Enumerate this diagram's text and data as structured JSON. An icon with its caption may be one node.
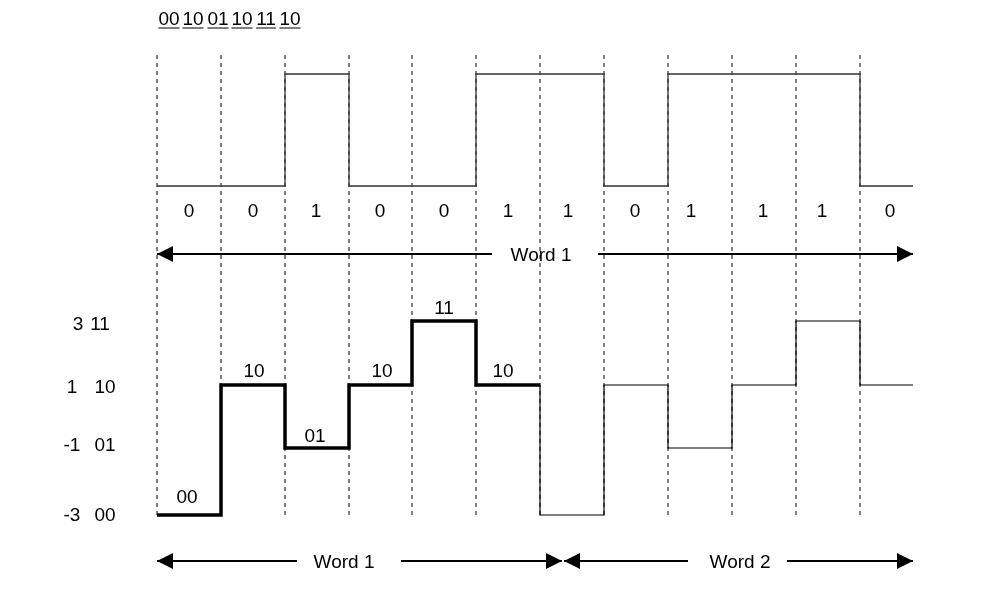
{
  "diagram": {
    "labels": [
      "00",
      "10",
      "01",
      "10",
      "11",
      "10",
      "0",
      "0",
      "1",
      "0",
      "0",
      "1",
      "1",
      "0",
      "1",
      "1",
      "1",
      "0",
      "Word 1",
      "11",
      "3",
      "11",
      "10",
      "10",
      "10",
      "1",
      "10",
      "01",
      "-1",
      "01",
      "00",
      "-3",
      "00",
      "Word 1",
      "Word 2"
    ]
  }
}
